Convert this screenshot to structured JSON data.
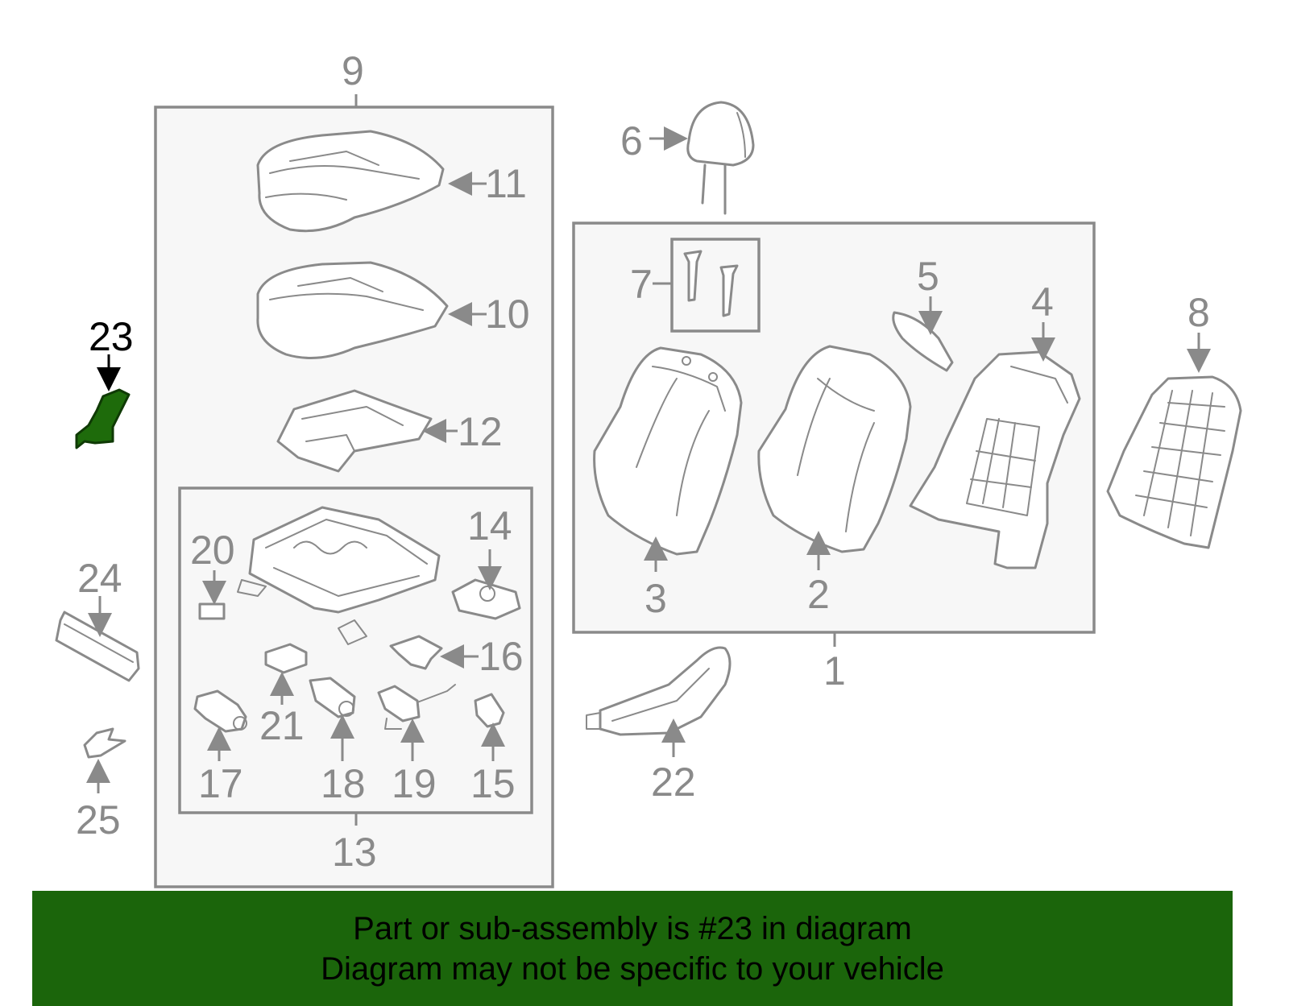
{
  "highlighted_part": "23",
  "colors": {
    "highlight": "#1b650b",
    "line": "#8a8a8a",
    "box_fill": "#f7f7f7"
  },
  "labels": {
    "l1": "1",
    "l2": "2",
    "l3": "3",
    "l4": "4",
    "l5": "5",
    "l6": "6",
    "l7": "7",
    "l8": "8",
    "l9": "9",
    "l10": "10",
    "l11": "11",
    "l12": "12",
    "l13": "13",
    "l14": "14",
    "l15": "15",
    "l16": "16",
    "l17": "17",
    "l18": "18",
    "l19": "19",
    "l20": "20",
    "l21": "21",
    "l22": "22",
    "l23": "23",
    "l24": "24",
    "l25": "25"
  },
  "banner": {
    "line1": "Part or sub-assembly is #23 in diagram",
    "line2": "Diagram may not be specific to your vehicle"
  }
}
